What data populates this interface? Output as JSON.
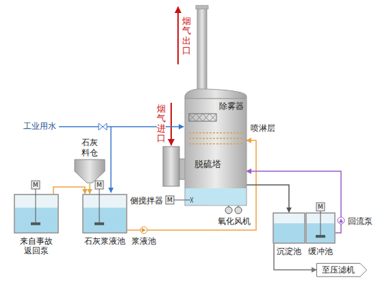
{
  "diagram": {
    "nodes": [
      {
        "text": [
          "脱硫塔"
        ]
      },
      {
        "text": [
          "石灰料仓"
        ]
      },
      {
        "text": [
          "来自事故返回泵"
        ]
      },
      {
        "text": [
          "石灰浆液池"
        ]
      },
      {
        "text": [
          "沉淀池"
        ]
      },
      {
        "text": [
          "缓冲池"
        ]
      },
      {
        "text": [
          "至压滤机"
        ]
      }
    ],
    "edges": [
      {
        "from": 2,
        "to": 3,
        "arrow": "to"
      },
      {
        "from": 1,
        "to": 3,
        "arrow": "to"
      },
      {
        "from": 3,
        "to": 0,
        "arrow": "to"
      },
      {
        "from": 0,
        "to": 4,
        "arrow": "to"
      },
      {
        "from": 5,
        "to": 0,
        "arrow": "to"
      },
      {
        "from": 4,
        "to": 6,
        "arrow": "to"
      }
    ],
    "labels": [
      "烟气出口",
      "烟气进口",
      "除雾器",
      "喷淋层",
      "工业用水",
      "侧搅拌器",
      "氧化风机",
      "浆液池",
      "回流泵",
      "M",
      "M",
      "M",
      "M"
    ]
  }
}
